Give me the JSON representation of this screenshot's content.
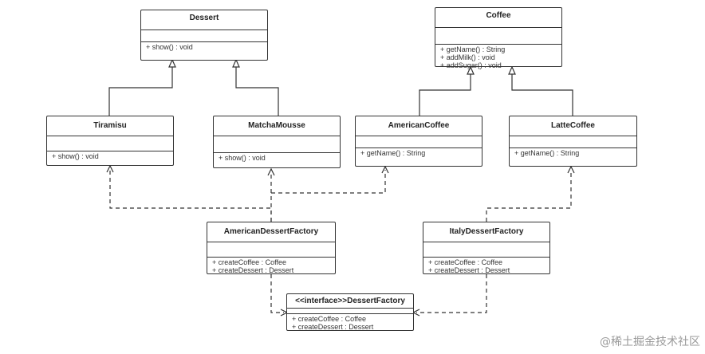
{
  "classes": {
    "dessert": {
      "name": "Dessert",
      "methods": [
        "+ show() : void"
      ]
    },
    "coffee": {
      "name": "Coffee",
      "methods": [
        "+ getName() : String",
        "+ addMilk() : void",
        "+ addSugar() : void"
      ]
    },
    "tiramisu": {
      "name": "Tiramisu",
      "methods": [
        "+ show() : void"
      ]
    },
    "matcha_mousse": {
      "name": "MatchaMousse",
      "methods": [
        "+ show() : void"
      ]
    },
    "american_coffee": {
      "name": "AmericanCoffee",
      "methods": [
        "+ getName() : String"
      ]
    },
    "latte_coffee": {
      "name": "LatteCoffee",
      "methods": [
        "+ getName() : String"
      ]
    },
    "american_factory": {
      "name": "AmericanDessertFactory",
      "methods": [
        "+ createCoffee : Coffee",
        "+ createDessert : Dessert"
      ]
    },
    "italy_factory": {
      "name": "ItalyDessertFactory",
      "methods": [
        "+ createCoffee : Coffee",
        "+ createDessert : Dessert"
      ]
    },
    "dessert_factory": {
      "name": "<<interface>>DessertFactory",
      "methods": [
        "+ createCoffee : Coffee",
        "+ createDessert : Dessert"
      ]
    }
  },
  "watermark": "@稀土掘金技术社区",
  "colors": {
    "line": "#333333",
    "background": "#ffffff"
  }
}
